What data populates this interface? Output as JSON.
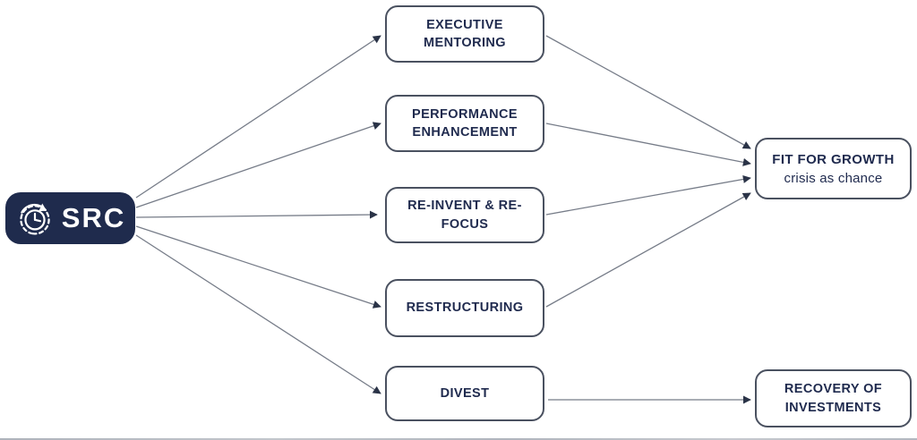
{
  "diagram": {
    "title": "SRC services flow diagram",
    "source": {
      "label": "SRC",
      "icon": "clock-history-icon",
      "background_color": "#1f2b4d",
      "text_color": "#ffffff"
    },
    "services": [
      {
        "label": "EXECUTIVE MENTORING"
      },
      {
        "label": "PERFORMANCE ENHANCEMENT"
      },
      {
        "label": "RE-INVENT & RE-FOCUS"
      },
      {
        "label": "RESTRUCTURING"
      },
      {
        "label": "DIVEST"
      }
    ],
    "outcomes": [
      {
        "title": "FIT FOR GROWTH",
        "subtitle": "crisis as chance"
      },
      {
        "title": "RECOVERY OF INVESTMENTS",
        "subtitle": ""
      }
    ],
    "connections": [
      {
        "from": "SRC",
        "to": "EXECUTIVE MENTORING"
      },
      {
        "from": "SRC",
        "to": "PERFORMANCE ENHANCEMENT"
      },
      {
        "from": "SRC",
        "to": "RE-INVENT & RE-FOCUS"
      },
      {
        "from": "SRC",
        "to": "RESTRUCTURING"
      },
      {
        "from": "SRC",
        "to": "DIVEST"
      },
      {
        "from": "EXECUTIVE MENTORING",
        "to": "FIT FOR GROWTH"
      },
      {
        "from": "PERFORMANCE ENHANCEMENT",
        "to": "FIT FOR GROWTH"
      },
      {
        "from": "RE-INVENT & RE-FOCUS",
        "to": "FIT FOR GROWTH"
      },
      {
        "from": "RESTRUCTURING",
        "to": "FIT FOR GROWTH"
      },
      {
        "from": "DIVEST",
        "to": "RECOVERY OF INVESTMENTS"
      }
    ],
    "colors": {
      "navy_text": "#1f2a4e",
      "box_border": "#4a5160",
      "arrow_line": "#767c88",
      "arrowhead": "#2a3347",
      "background": "#ffffff"
    }
  }
}
